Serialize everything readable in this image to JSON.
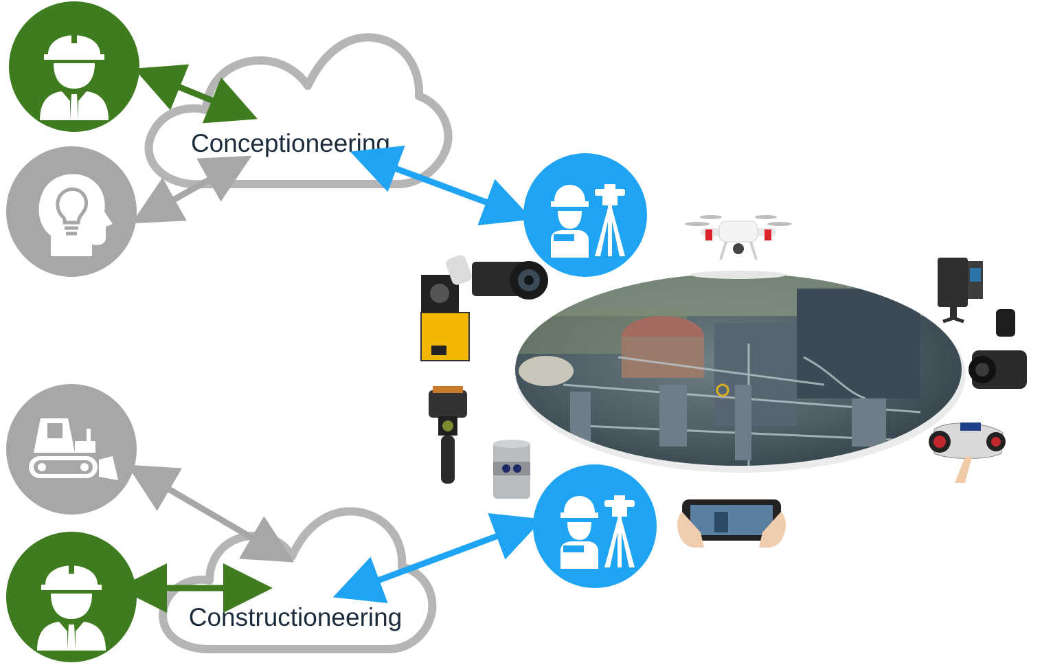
{
  "clouds": {
    "top": {
      "label": "Conceptioneering"
    },
    "bottom": {
      "label": "Constructioneering"
    }
  },
  "icons": {
    "engineer_top": "engineer-person-icon",
    "idea_head": "lightbulb-head-icon",
    "bulldozer": "bulldozer-icon",
    "engineer_bottom": "engineer-person-icon",
    "surveyor_top": "surveyor-tripod-icon",
    "surveyor_bottom": "surveyor-tripod-icon"
  },
  "devices": [
    "drone",
    "gnss-receiver",
    "mirrorless-camera",
    "terrestrial-laser-scanner",
    "gimbal-camera",
    "handheld-3d-scanner",
    "handheld-slam-scanner",
    "mobile-mapping-unit",
    "smartphone"
  ],
  "colors": {
    "green": "#3f7b1f",
    "gray": "#a7a7a7",
    "blue": "#1fa4f4",
    "cloud_stroke": "#b5b5b5",
    "label_text": "#1c2c3c"
  }
}
